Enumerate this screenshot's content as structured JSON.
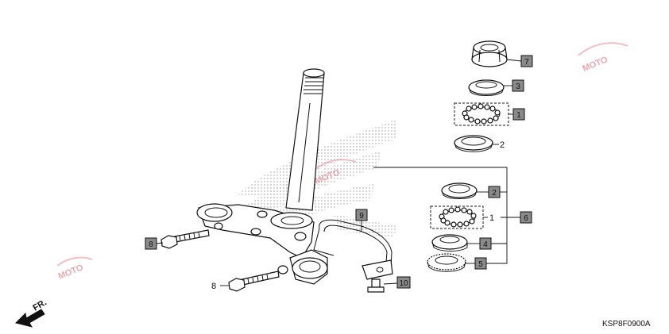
{
  "diagram": {
    "code": "KSP8F0900A",
    "direction_label": "FR.",
    "watermark": "MOTO",
    "callouts": {
      "c7": "7",
      "c3": "3",
      "c1_top": "1",
      "c2_top": "2",
      "c2_box": "2",
      "c1_mid": "1",
      "c6": "6",
      "c4": "4",
      "c5": "5",
      "c9": "9",
      "c8_box": "8",
      "c8_plain": "8",
      "c10": "10"
    }
  },
  "colors": {
    "box_fill": "#8a8a8a",
    "line": "#111111",
    "watermark": "#e06070",
    "halftone": "#9a9a9a"
  }
}
